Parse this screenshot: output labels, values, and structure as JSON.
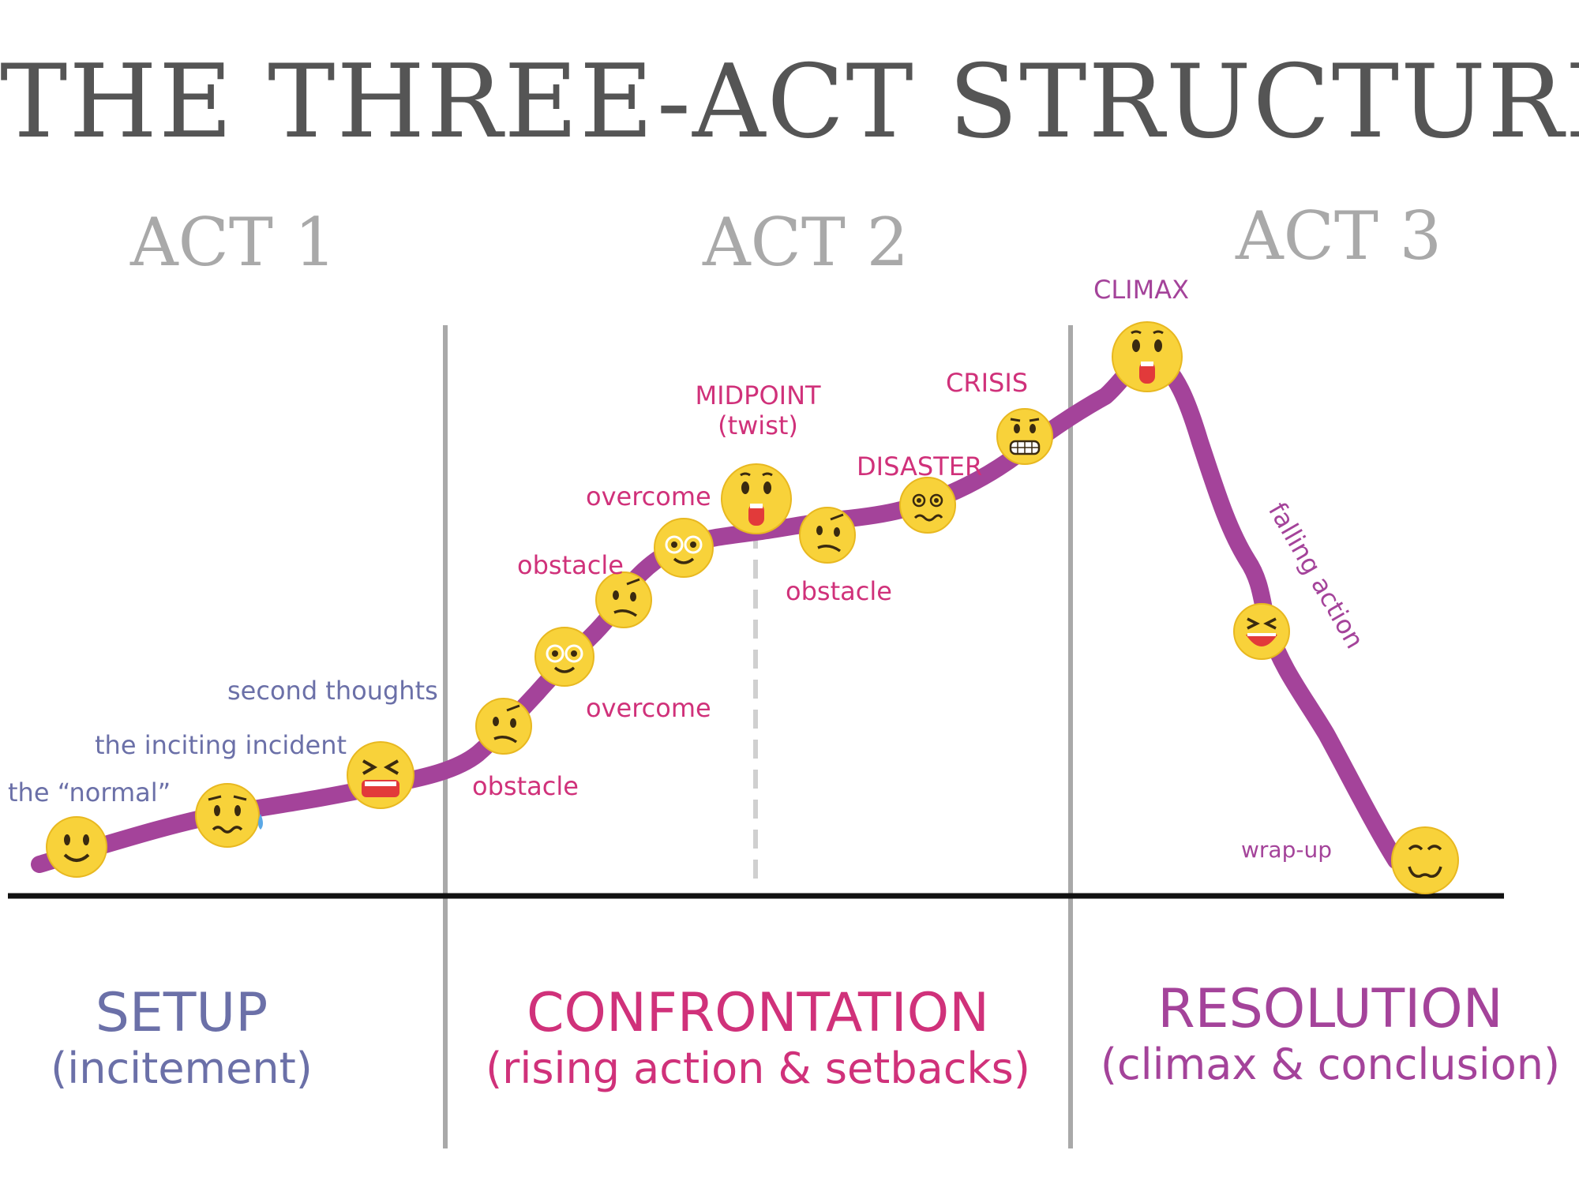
{
  "title": "THE THREE-ACT STRUCTURE",
  "acts": [
    {
      "label": "ACT 1",
      "section_title": "SETUP",
      "section_subtitle": "(incitement)",
      "color": "#6b70a8"
    },
    {
      "label": "ACT 2",
      "section_title": "CONFRONTATION",
      "section_subtitle": "(rising action & setbacks)",
      "color": "#d0317a"
    },
    {
      "label": "ACT 3",
      "section_title": "RESOLUTION",
      "section_subtitle": "(climax & conclusion)",
      "color": "#a4439a"
    }
  ],
  "story_points": [
    {
      "label": "the “normal”",
      "emoji": "smiling-face-icon"
    },
    {
      "label": "the inciting incident",
      "emoji": "worried-sweat-face-icon"
    },
    {
      "label": "second thoughts",
      "emoji": "distressed-face-icon"
    },
    {
      "label": "obstacle",
      "emoji": "skeptical-face-icon"
    },
    {
      "label": "overcome",
      "emoji": "nerd-face-icon"
    },
    {
      "label": "obstacle",
      "emoji": "skeptical-face-icon"
    },
    {
      "label": "overcome",
      "emoji": "nerd-face-icon"
    },
    {
      "label": "MIDPOINT",
      "sublabel": "(twist)",
      "emoji": "astonished-face-icon"
    },
    {
      "label": "obstacle",
      "emoji": "skeptical-face-icon"
    },
    {
      "label": "DISASTER",
      "emoji": "dizzy-face-icon"
    },
    {
      "label": "CRISIS",
      "emoji": "grimacing-face-icon"
    },
    {
      "label": "CLIMAX",
      "emoji": "astonished-face-icon"
    },
    {
      "label": "falling action",
      "emoji": "laughing-face-icon"
    },
    {
      "label": "wrap-up",
      "emoji": "relieved-face-icon"
    }
  ],
  "colors": {
    "curve": "#a4439a",
    "divider": "#a9a9a9",
    "baseline": "#111111",
    "emoji_fill": "#f8d23a",
    "blue_text": "#6b70a8",
    "pink_text": "#d0317a",
    "purple_text": "#a4439a"
  }
}
